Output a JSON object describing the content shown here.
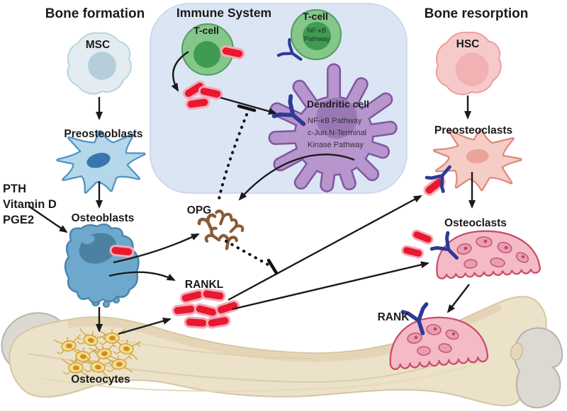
{
  "titles": {
    "formation": "Bone formation",
    "immune": "Immune System",
    "resorption": "Bone resorption"
  },
  "formation": {
    "msc": "MSC",
    "preosteoblasts": "Preosteoblasts",
    "osteoblasts": "Osteoblasts",
    "osteocytes": "Osteocytes",
    "stimulators": [
      "PTH",
      "Vitamin D",
      "PGE2"
    ]
  },
  "immune": {
    "tcell_left": "T-cell",
    "tcell_right": "T-cell",
    "tcell_pathway": [
      "NF-κB",
      "Pathway"
    ],
    "dendritic": "Dendritic cell",
    "dendritic_pathways": [
      "NF-κB Pathway",
      "c-Jun N-Terminal",
      "Kinase Pathway"
    ]
  },
  "resorption": {
    "hsc": "HSC",
    "preosteoclasts": "Preosteoclasts",
    "osteoclasts": "Osteoclasts",
    "rank": "RANK"
  },
  "mediators": {
    "opg": "OPG",
    "rankl": "RANKL"
  },
  "colors": {
    "immune_box": "#dce5f3",
    "tcell_body": "#85c78a",
    "tcell_nucleus": "#3f9b51",
    "dendritic_body": "#b795cd",
    "dendritic_outline": "#7e57a0",
    "msc_body": "#e3edf1",
    "preosteoblast_body": "#b5d7ea",
    "osteoblast_body": "#6ea9cd",
    "hsc_body": "#f7caca",
    "preosteoclast_body": "#f5cdc6",
    "osteoclast_body": "#f4bac6",
    "osteoclast_outline": "#c84e68",
    "pill_red": "#e8182f",
    "antibody_blue": "#2c3a97",
    "opg_brown": "#8a5a34",
    "bone_beige": "#ece1c9",
    "osteocyte_yellow": "#f6dd8a"
  }
}
